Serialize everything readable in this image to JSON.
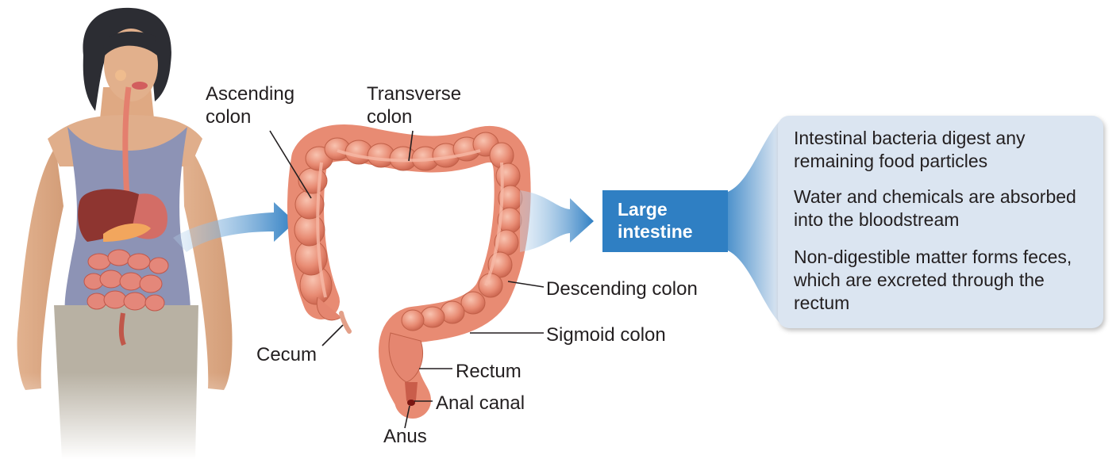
{
  "labels": {
    "ascending_colon": "Ascending colon",
    "transverse_colon": "Transverse colon",
    "descending_colon": "Descending colon",
    "sigmoid_colon": "Sigmoid colon",
    "cecum": "Cecum",
    "rectum": "Rectum",
    "anal_canal": "Anal canal",
    "anus": "Anus"
  },
  "organ_box": {
    "label": "Large intestine",
    "color": "#2f7fc3"
  },
  "facts": [
    "Intestinal bacteria digest any remaining food particles",
    "Water and chemicals are absorbed into the bloodstream",
    "Non-digestible matter forms feces, which are excreted through the rectum"
  ],
  "colors": {
    "intestine": "#e88b73",
    "intestine_highlight": "#f6b9a6",
    "info_box": "#dbe5f1",
    "arrow": "#3b86c9"
  }
}
